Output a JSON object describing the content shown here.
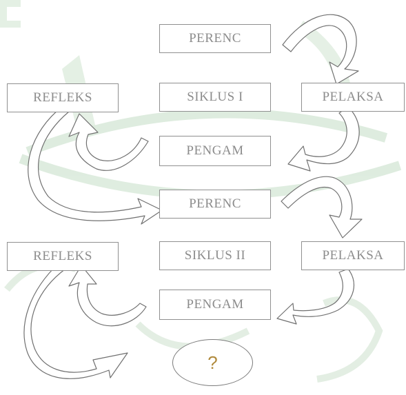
{
  "boxes": {
    "perenc_1": "PERENC",
    "refleks_1": "REFLEKS",
    "siklus_1": "SIKLUS I",
    "pelaksa_1": "PELAKSA",
    "pengam_1": "PENGAM",
    "perenc_2": "PERENC",
    "refleks_2": "REFLEKS",
    "siklus_2": "SIKLUS II",
    "pelaksa_2": "PELAKSA",
    "pengam_2": "PENGAM"
  },
  "oval": {
    "label": "?"
  },
  "colors": {
    "text": "#8c8c8c",
    "border": "#8f8f8f",
    "arrow_outline": "#707070",
    "watermark": "#d8ead9"
  }
}
